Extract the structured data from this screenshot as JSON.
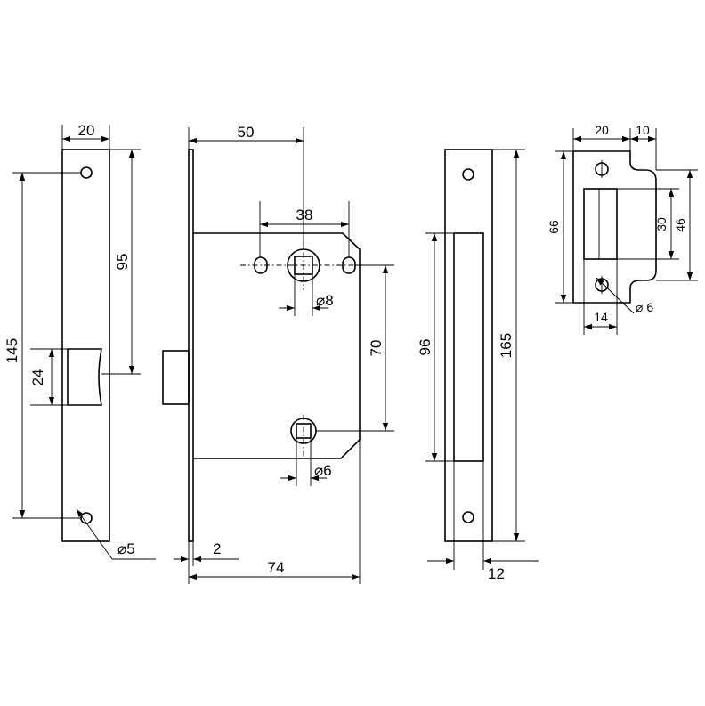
{
  "dimensions": {
    "faceplate_width": "20",
    "faceplate_length": "145",
    "hole_spacing_95": "95",
    "cutout_24": "24",
    "screw_hole_5": "⌀5",
    "backset": "50",
    "spacing_38": "38",
    "spindle_8": "⌀8",
    "center_70": "70",
    "spindle_6": "⌀6",
    "forend_2": "2",
    "depth_74": "74",
    "strike_96": "96",
    "strike_165": "165",
    "strike_12": "12",
    "keeper_20": "20",
    "keeper_10": "10",
    "keeper_66": "66",
    "keeper_30": "30",
    "keeper_46": "46",
    "keeper_14": "14",
    "keeper_hole_6": "⌀ 6"
  }
}
